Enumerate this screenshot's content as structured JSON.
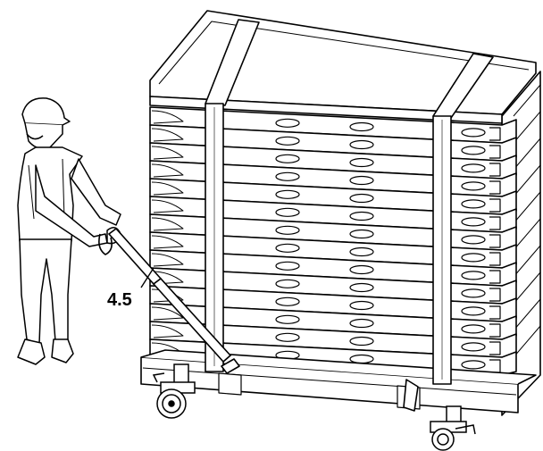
{
  "diagram": {
    "callout_label": "4.5",
    "pallet_count": 14,
    "strap_count": 2,
    "colors": {
      "line": "#000000",
      "fill": "#ffffff",
      "shade": "#d9d9d9"
    }
  }
}
